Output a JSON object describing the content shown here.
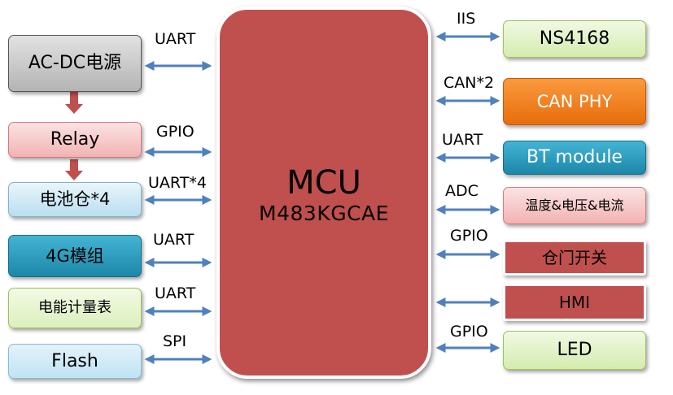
{
  "mcu": {
    "title": "MCU",
    "model": "M483KGCAE"
  },
  "left": [
    {
      "id": "acdc",
      "label": "AC-DC电源",
      "interface": "UART"
    },
    {
      "id": "relay",
      "label": "Relay",
      "interface": "GPIO"
    },
    {
      "id": "battery",
      "label": "电池仓*4",
      "interface": "UART*4"
    },
    {
      "id": "4g",
      "label": "4G模组",
      "interface": "UART"
    },
    {
      "id": "meter",
      "label": "电能计量表",
      "interface": "UART"
    },
    {
      "id": "flash",
      "label": "Flash",
      "interface": "SPI"
    }
  ],
  "right": [
    {
      "id": "ns4168",
      "label": "NS4168",
      "interface": "IIS"
    },
    {
      "id": "canphy",
      "label": "CAN PHY",
      "interface": "CAN*2"
    },
    {
      "id": "bt",
      "label": "BT module",
      "interface": "UART"
    },
    {
      "id": "sensor",
      "label": "温度&电压&电流",
      "interface": "ADC"
    },
    {
      "id": "door",
      "label": "仓门开关",
      "interface": "GPIO"
    },
    {
      "id": "hmi",
      "label": "HMI",
      "interface": ""
    },
    {
      "id": "led",
      "label": "LED",
      "interface": "GPIO"
    }
  ],
  "colors": {
    "arrow": "#4f81bd",
    "down_arrow": "#c0504d",
    "mcu": "#c0504d"
  }
}
